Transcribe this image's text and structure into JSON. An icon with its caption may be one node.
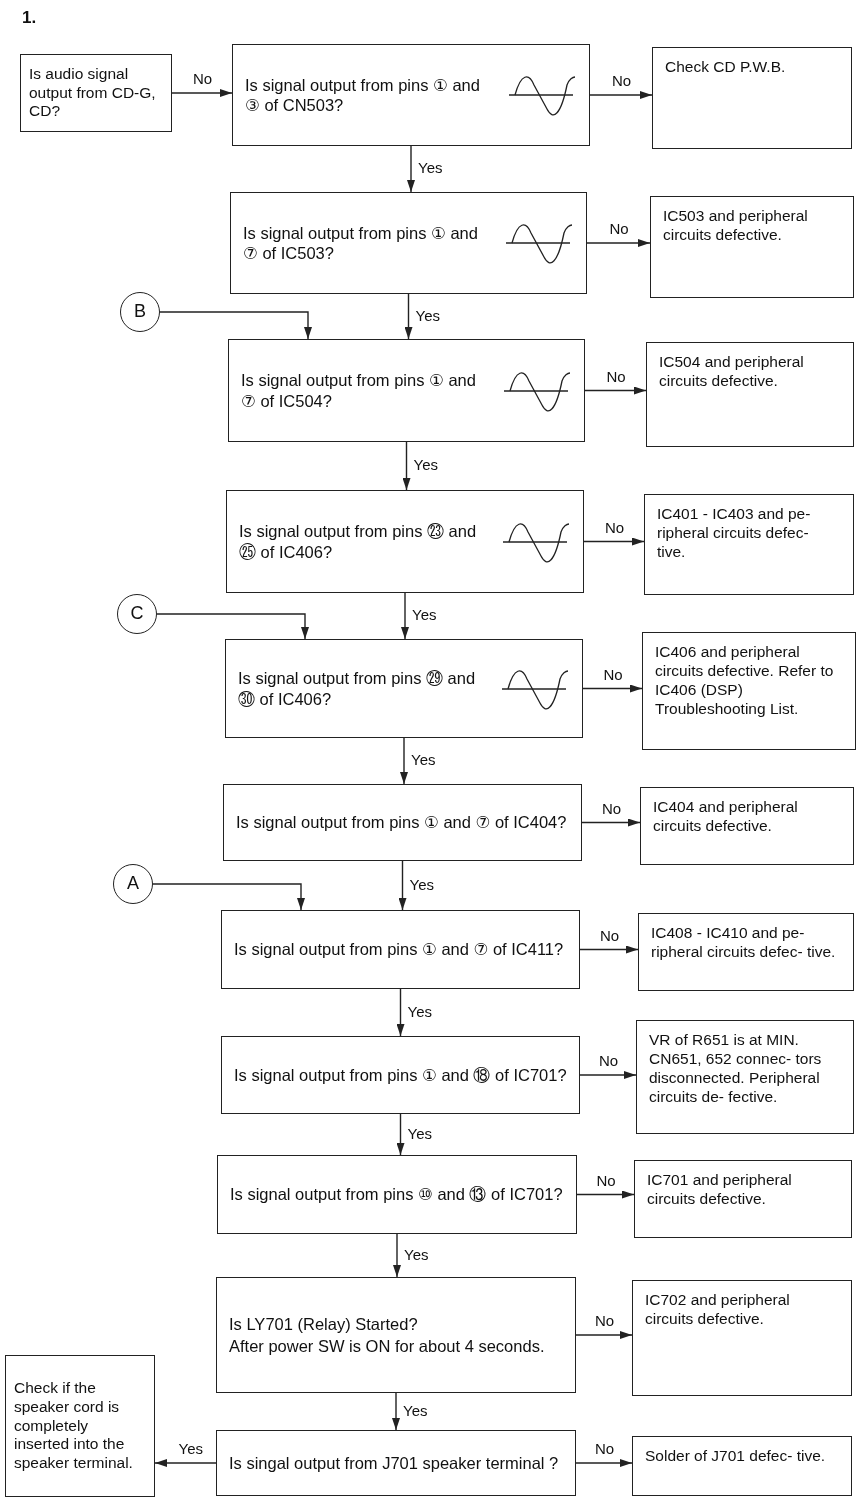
{
  "diagram": {
    "nodes": [
      {
        "text": [
          "Is audio signal output from CD-G, CD?"
        ]
      },
      {
        "text": [
          "Is signal output from pins ① and ③ of CN503?"
        ]
      },
      {
        "text": [
          "Check CD P.W.B."
        ]
      },
      {
        "text": [
          "Is signal output from pins ① and ⑦ of IC503?"
        ]
      },
      {
        "text": [
          "IC503 and peripheral circuits defective."
        ]
      },
      {
        "text": [
          "B"
        ]
      },
      {
        "text": [
          "Is signal output from pins ① and ⑦ of IC504?"
        ]
      },
      {
        "text": [
          "IC504 and peripheral circuits defective."
        ]
      },
      {
        "text": [
          "Is signal output from pins ㉓ and ㉕ of IC406?"
        ]
      },
      {
        "text": [
          "IC401 - IC403 and pe- ripheral circuits defec- tive."
        ]
      },
      {
        "text": [
          "C"
        ]
      },
      {
        "text": [
          "Is signal output from pins ㉙ and ㉚ of IC406?"
        ]
      },
      {
        "text": [
          "IC406 and peripheral circuits defective. Refer to IC406 (DSP) Troubleshooting List."
        ]
      },
      {
        "text": [
          "Is signal output from pins ① and ⑦ of IC404?"
        ]
      },
      {
        "text": [
          "IC404 and peripheral circuits defective."
        ]
      },
      {
        "text": [
          "A"
        ]
      },
      {
        "text": [
          "Is signal output from pins ① and ⑦ of IC411?"
        ]
      },
      {
        "text": [
          "IC408 - IC410 and pe- ripheral circuits defec- tive."
        ]
      },
      {
        "text": [
          "Is signal output from pins ① and ⑱ of IC701?"
        ]
      },
      {
        "text": [
          "VR of R651 is at MIN. CN651, 652 connec- tors disconnected. Peripheral circuits de- fective."
        ]
      },
      {
        "text": [
          "Is signal output from pins ⑩ and ⑬ of IC701?"
        ]
      },
      {
        "text": [
          "IC701 and peripheral circuits defective."
        ]
      },
      {
        "text": [
          "Is LY701 (Relay) Started?",
          "After power SW is ON for about 4 seconds."
        ]
      },
      {
        "text": [
          "IC702 and peripheral circuits defective."
        ]
      },
      {
        "text": [
          "Is singal output from J701 speaker terminal ?"
        ]
      },
      {
        "text": [
          "Solder of J701 defec- tive."
        ]
      },
      {
        "text": [
          "Check if the speaker cord is completely inserted into the speaker terminal."
        ]
      }
    ],
    "edges": [
      {
        "from": 0,
        "to": 1,
        "arrow": "to",
        "label": "No"
      },
      {
        "from": 1,
        "to": 2,
        "arrow": "to",
        "label": "No"
      },
      {
        "from": 1,
        "to": 3,
        "arrow": "to",
        "label": "Yes"
      },
      {
        "from": 3,
        "to": 4,
        "arrow": "to",
        "label": "No"
      },
      {
        "from": 3,
        "to": 6,
        "arrow": "to",
        "label": "Yes"
      },
      {
        "from": 5,
        "to": 6,
        "arrow": "to"
      },
      {
        "from": 6,
        "to": 7,
        "arrow": "to",
        "label": "No"
      },
      {
        "from": 6,
        "to": 8,
        "arrow": "to",
        "label": "Yes"
      },
      {
        "from": 8,
        "to": 9,
        "arrow": "to",
        "label": "No"
      },
      {
        "from": 8,
        "to": 11,
        "arrow": "to",
        "label": "Yes"
      },
      {
        "from": 10,
        "to": 11,
        "arrow": "to"
      },
      {
        "from": 11,
        "to": 12,
        "arrow": "to",
        "label": "No"
      },
      {
        "from": 11,
        "to": 13,
        "arrow": "to",
        "label": "Yes"
      },
      {
        "from": 13,
        "to": 14,
        "arrow": "to",
        "label": "No"
      },
      {
        "from": 13,
        "to": 16,
        "arrow": "to",
        "label": "Yes"
      },
      {
        "from": 15,
        "to": 16,
        "arrow": "to"
      },
      {
        "from": 16,
        "to": 17,
        "arrow": "to",
        "label": "No"
      },
      {
        "from": 16,
        "to": 18,
        "arrow": "to",
        "label": "Yes"
      },
      {
        "from": 18,
        "to": 19,
        "arrow": "to",
        "label": "No"
      },
      {
        "from": 18,
        "to": 20,
        "arrow": "to",
        "label": "Yes"
      },
      {
        "from": 20,
        "to": 21,
        "arrow": "to",
        "label": "No"
      },
      {
        "from": 20,
        "to": 22,
        "arrow": "to",
        "label": "Yes"
      },
      {
        "from": 22,
        "to": 23,
        "arrow": "to",
        "label": "No"
      },
      {
        "from": 22,
        "to": 24,
        "arrow": "to",
        "label": "Yes"
      },
      {
        "from": 24,
        "to": 26,
        "arrow": "to",
        "label": "Yes"
      },
      {
        "from": 24,
        "to": 25,
        "arrow": "to",
        "label": "No"
      }
    ],
    "labels": [
      "1."
    ]
  }
}
